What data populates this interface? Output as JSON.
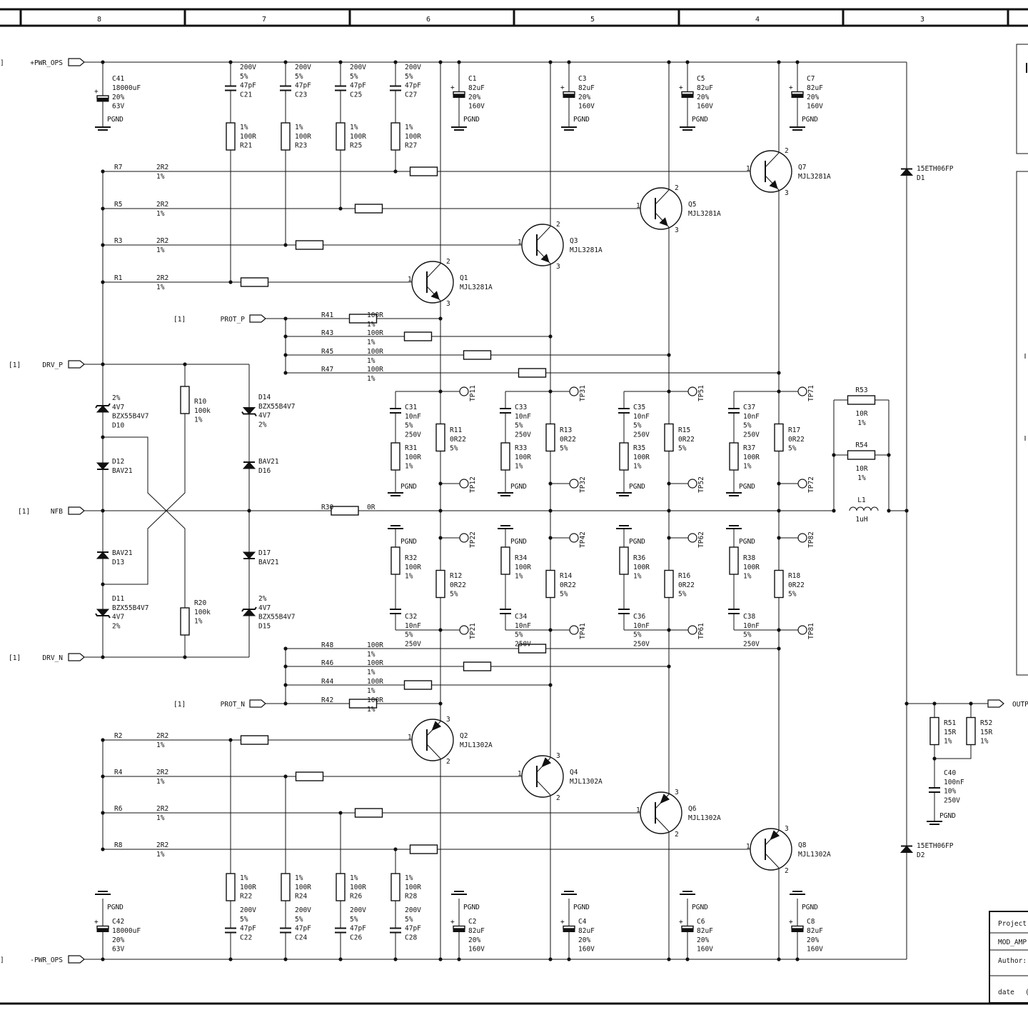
{
  "ruler": [
    "8",
    "7",
    "6",
    "5",
    "4",
    "3"
  ],
  "ports": [
    {
      "name": "+PWR_OPS",
      "ref": "]"
    },
    {
      "name": "-PWR_OPS",
      "ref": "]"
    },
    {
      "name": "DRV_P",
      "ref": "[1]"
    },
    {
      "name": "NFB",
      "ref": "[1]"
    },
    {
      "name": "DRV_N",
      "ref": "[1]"
    },
    {
      "name": "PROT_P",
      "ref": "[1]"
    },
    {
      "name": "PROT_N",
      "ref": "[1]"
    },
    {
      "name": "OUTP",
      "ref": ""
    }
  ],
  "bulk_caps": [
    {
      "ref": "C41",
      "lines": [
        "18000uF",
        "20%",
        "63V"
      ],
      "gnd": "PGND"
    },
    {
      "ref": "C42",
      "lines": [
        "18000uF",
        "20%",
        "63V"
      ],
      "gnd": "PGND"
    }
  ],
  "snubbers_top": [
    {
      "cap": [
        "200V",
        "5%",
        "47pF",
        "C21"
      ],
      "res": [
        "1%",
        "100R",
        "R21"
      ]
    },
    {
      "cap": [
        "200V",
        "5%",
        "47pF",
        "C23"
      ],
      "res": [
        "1%",
        "100R",
        "R23"
      ]
    },
    {
      "cap": [
        "200V",
        "5%",
        "47pF",
        "C25"
      ],
      "res": [
        "1%",
        "100R",
        "R25"
      ]
    },
    {
      "cap": [
        "200V",
        "5%",
        "47pF",
        "C27"
      ],
      "res": [
        "1%",
        "100R",
        "R27"
      ]
    }
  ],
  "snubbers_bottom": [
    {
      "cap": [
        "200V",
        "5%",
        "47pF",
        "C22"
      ],
      "res": [
        "1%",
        "100R",
        "R22"
      ]
    },
    {
      "cap": [
        "200V",
        "5%",
        "47pF",
        "C24"
      ],
      "res": [
        "1%",
        "100R",
        "R24"
      ]
    },
    {
      "cap": [
        "200V",
        "5%",
        "47pF",
        "C26"
      ],
      "res": [
        "1%",
        "100R",
        "R26"
      ]
    },
    {
      "cap": [
        "200V",
        "5%",
        "47pF",
        "C28"
      ],
      "res": [
        "1%",
        "100R",
        "R28"
      ]
    }
  ],
  "decoupling_top": [
    {
      "ref": "C1",
      "lines": [
        "82uF",
        "20%",
        "160V"
      ],
      "gnd": "PGND"
    },
    {
      "ref": "C3",
      "lines": [
        "82uF",
        "20%",
        "160V"
      ],
      "gnd": "PGND"
    },
    {
      "ref": "C5",
      "lines": [
        "82uF",
        "20%",
        "160V"
      ],
      "gnd": "PGND"
    },
    {
      "ref": "C7",
      "lines": [
        "82uF",
        "20%",
        "160V"
      ],
      "gnd": "PGND"
    }
  ],
  "decoupling_bottom": [
    {
      "ref": "C2",
      "lines": [
        "82uF",
        "20%",
        "160V"
      ],
      "gnd": "PGND"
    },
    {
      "ref": "C4",
      "lines": [
        "82uF",
        "20%",
        "160V"
      ],
      "gnd": "PGND"
    },
    {
      "ref": "C6",
      "lines": [
        "82uF",
        "20%",
        "160V"
      ],
      "gnd": "PGND"
    },
    {
      "ref": "C8",
      "lines": [
        "82uF",
        "20%",
        "160V"
      ],
      "gnd": "PGND"
    }
  ],
  "base_res_top": [
    {
      "ref": "R7",
      "value": "2R2",
      "tol": "1%"
    },
    {
      "ref": "R5",
      "value": "2R2",
      "tol": "1%"
    },
    {
      "ref": "R3",
      "value": "2R2",
      "tol": "1%"
    },
    {
      "ref": "R1",
      "value": "2R2",
      "tol": "1%"
    }
  ],
  "base_res_bottom": [
    {
      "ref": "R2",
      "value": "2R2",
      "tol": "1%"
    },
    {
      "ref": "R4",
      "value": "2R2",
      "tol": "1%"
    },
    {
      "ref": "R6",
      "value": "2R2",
      "tol": "1%"
    },
    {
      "ref": "R8",
      "value": "2R2",
      "tol": "1%"
    }
  ],
  "transistors_top": [
    {
      "ref": "Q7",
      "part": "MJL3281A"
    },
    {
      "ref": "Q5",
      "part": "MJL3281A"
    },
    {
      "ref": "Q3",
      "part": "MJL3281A"
    },
    {
      "ref": "Q1",
      "part": "MJL3281A"
    }
  ],
  "transistors_bottom": [
    {
      "ref": "Q2",
      "part": "MJL1302A"
    },
    {
      "ref": "Q4",
      "part": "MJL1302A"
    },
    {
      "ref": "Q6",
      "part": "MJL1302A"
    },
    {
      "ref": "Q8",
      "part": "MJL1302A"
    }
  ],
  "pins": [
    "1",
    "2",
    "3"
  ],
  "prot_res_top": [
    {
      "ref": "R41",
      "value": "100R",
      "tol": "1%"
    },
    {
      "ref": "R43",
      "value": "100R",
      "tol": "1%"
    },
    {
      "ref": "R45",
      "value": "100R",
      "tol": "1%"
    },
    {
      "ref": "R47",
      "value": "100R",
      "tol": "1%"
    }
  ],
  "prot_res_bottom": [
    {
      "ref": "R48",
      "value": "100R",
      "tol": "1%"
    },
    {
      "ref": "R46",
      "value": "100R",
      "tol": "1%"
    },
    {
      "ref": "R44",
      "value": "100R",
      "tol": "1%"
    },
    {
      "ref": "R42",
      "value": "100R",
      "tol": "1%"
    }
  ],
  "bias": {
    "d10": [
      "2%",
      "4V7",
      "BZX55B4V7",
      "D10"
    ],
    "d12": [
      "D12",
      "BAV21"
    ],
    "d13": [
      "BAV21",
      "D13"
    ],
    "d11": [
      "D11",
      "BZX55B4V7",
      "4V7",
      "2%"
    ],
    "r10": [
      "R10",
      "100k",
      "1%"
    ],
    "r20": [
      "R20",
      "100k",
      "1%"
    ],
    "d14": [
      "D14",
      "BZX55B4V7",
      "4V7",
      "2%"
    ],
    "d16": [
      "BAV21",
      "D16"
    ],
    "d17": [
      "D17",
      "BAV21"
    ],
    "d15": [
      "2%",
      "4V7",
      "BZX55B4V7",
      "D15"
    ],
    "r30": {
      "ref": "R30",
      "value": "0R"
    }
  },
  "emitter_top": [
    {
      "cap": [
        "C31",
        "10nF",
        "5%",
        "250V"
      ],
      "res": [
        "R31",
        "100R",
        "1%"
      ],
      "emit": [
        "R11",
        "0R22",
        "5%"
      ],
      "tp_a": "TP11",
      "tp_b": "TP12",
      "gnd": "PGND"
    },
    {
      "cap": [
        "C33",
        "10nF",
        "5%",
        "250V"
      ],
      "res": [
        "R33",
        "100R",
        "1%"
      ],
      "emit": [
        "R13",
        "0R22",
        "5%"
      ],
      "tp_a": "TP31",
      "tp_b": "TP32",
      "gnd": "PGND"
    },
    {
      "cap": [
        "C35",
        "10nF",
        "5%",
        "250V"
      ],
      "res": [
        "R35",
        "100R",
        "1%"
      ],
      "emit": [
        "R15",
        "0R22",
        "5%"
      ],
      "tp_a": "TP51",
      "tp_b": "TP52",
      "gnd": "PGND"
    },
    {
      "cap": [
        "C37",
        "10nF",
        "5%",
        "250V"
      ],
      "res": [
        "R37",
        "100R",
        "1%"
      ],
      "emit": [
        "R17",
        "0R22",
        "5%"
      ],
      "tp_a": "TP71",
      "tp_b": "TP72",
      "gnd": "PGND"
    }
  ],
  "emitter_bottom": [
    {
      "cap": [
        "C32",
        "10nF",
        "5%",
        "250V"
      ],
      "res": [
        "R32",
        "100R",
        "1%"
      ],
      "emit": [
        "R12",
        "0R22",
        "5%"
      ],
      "tp_a": "TP22",
      "tp_b": "TP21",
      "gnd": "PGND"
    },
    {
      "cap": [
        "C34",
        "10nF",
        "5%",
        "250V"
      ],
      "res": [
        "R34",
        "100R",
        "1%"
      ],
      "emit": [
        "R14",
        "0R22",
        "5%"
      ],
      "tp_a": "TP42",
      "tp_b": "TP41",
      "gnd": "PGND"
    },
    {
      "cap": [
        "C36",
        "10nF",
        "5%",
        "250V"
      ],
      "res": [
        "R36",
        "100R",
        "1%"
      ],
      "emit": [
        "R16",
        "0R22",
        "5%"
      ],
      "tp_a": "TP62",
      "tp_b": "TP61",
      "gnd": "PGND"
    },
    {
      "cap": [
        "C38",
        "10nF",
        "5%",
        "250V"
      ],
      "res": [
        "R38",
        "100R",
        "1%"
      ],
      "emit": [
        "R18",
        "0R22",
        "5%"
      ],
      "tp_a": "TP82",
      "tp_b": "TP81",
      "gnd": "PGND"
    }
  ],
  "output": {
    "r53": [
      "R53",
      "10R",
      "1%"
    ],
    "r54": [
      "R54",
      "10R",
      "1%"
    ],
    "l1": [
      "L1",
      "1uH"
    ],
    "d1": [
      "15ETH06FP",
      "D1"
    ],
    "d2": [
      "15ETH06FP",
      "D2"
    ],
    "r51": [
      "R51",
      "15R",
      "1%"
    ],
    "r52": [
      "R52",
      "15R",
      "1%"
    ],
    "c40": [
      "C40",
      "100nF",
      "10%",
      "250V"
    ],
    "gnd": "PGND"
  },
  "title_block": {
    "project_label": "Project",
    "project_name": "MOD_AMP",
    "author_label": "Author:",
    "date_label": "date",
    "date_value": "("
  }
}
